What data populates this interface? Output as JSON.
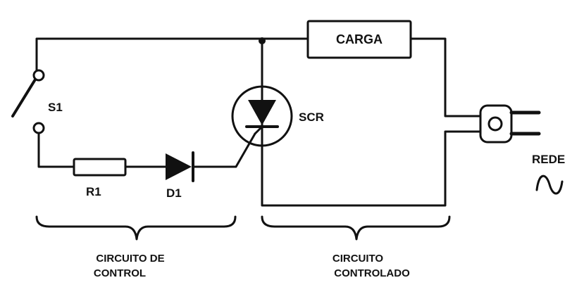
{
  "title": "SCR control circuit",
  "components": {
    "load": "CARGA",
    "switch": "S1",
    "resistor": "R1",
    "diode": "D1",
    "scr": "SCR",
    "mains": "REDE"
  },
  "sections": {
    "control_line1": "CIRCUITO DE",
    "control_line2": "CONTROL",
    "controlled_line1": "CIRCUITO",
    "controlled_line2": "CONTROLADO"
  },
  "colors": {
    "ink": "#111111",
    "background": "#ffffff"
  }
}
